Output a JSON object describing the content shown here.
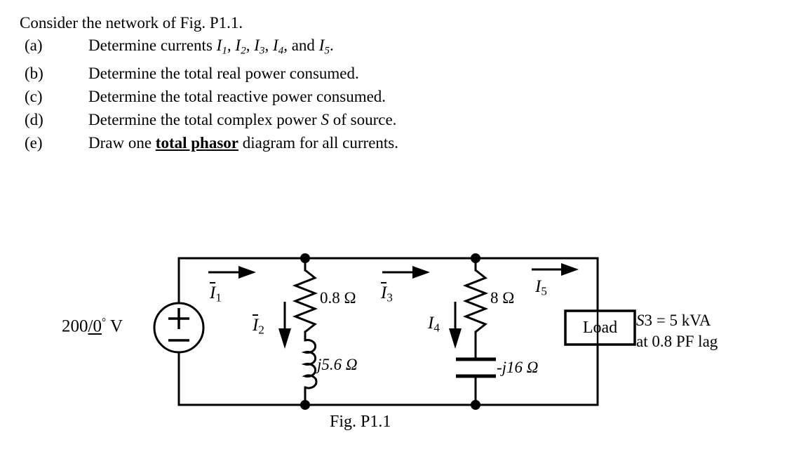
{
  "problem": {
    "intro": "Consider the network of Fig. P1.1.",
    "items": [
      {
        "label": "(a)",
        "text_before": "Determine currents ",
        "currents": [
          "I",
          "I",
          "I",
          "I",
          "I"
        ],
        "subs": [
          "1",
          "2",
          "3",
          "4",
          "5"
        ],
        "text_after": ", and ",
        "full": "Determine currents I1, I2, I3, I4, and I5."
      },
      {
        "label": "(b)",
        "full": "Determine the total real power consumed."
      },
      {
        "label": "(c)",
        "full": "Determine the total reactive power consumed."
      },
      {
        "label": "(d)",
        "full": "Determine the total complex power S of source.",
        "pre": "Determine the total complex power ",
        "ital": "S",
        "post": " of source."
      },
      {
        "label": "(e)",
        "full": "Draw one total phasor diagram for all currents.",
        "pre": "Draw one ",
        "emph": "total phasor",
        "post": " diagram for all currents."
      }
    ]
  },
  "circuit": {
    "source": {
      "magnitude": "200",
      "slash": "/",
      "angle": "0",
      "degree": "°",
      "unit": "V",
      "plus": "+",
      "minus": "−"
    },
    "currents": [
      {
        "name": "I1",
        "symbol": "I",
        "sub": "1",
        "bar": true,
        "direction": "right"
      },
      {
        "name": "I2",
        "symbol": "I",
        "sub": "2",
        "bar": true,
        "direction": "down"
      },
      {
        "name": "I3",
        "symbol": "I",
        "sub": "3",
        "bar": true,
        "direction": "right"
      },
      {
        "name": "I4",
        "symbol": "I",
        "sub": "4",
        "bar": false,
        "direction": "down"
      },
      {
        "name": "I5",
        "symbol": "I",
        "sub": "5",
        "bar": false,
        "direction": "right"
      }
    ],
    "components": [
      {
        "name": "resistor-0p8",
        "value": "0.8 Ω",
        "type": "resistor"
      },
      {
        "name": "inductor-j5p6",
        "value": "j5.6 Ω",
        "type": "inductor"
      },
      {
        "name": "resistor-8",
        "value": "8 Ω",
        "type": "resistor"
      },
      {
        "name": "capacitor-j16",
        "value": "-j16 Ω",
        "type": "capacitor"
      }
    ],
    "load": {
      "box_label": "Load",
      "power_sym": "S",
      "power_sub": "3",
      "power_eq": " = 5 kVA",
      "pf_line": "at 0.8 PF lag"
    },
    "caption": "Fig. P1.1"
  },
  "colors": {
    "ink": "#000000",
    "background": "#ffffff"
  }
}
